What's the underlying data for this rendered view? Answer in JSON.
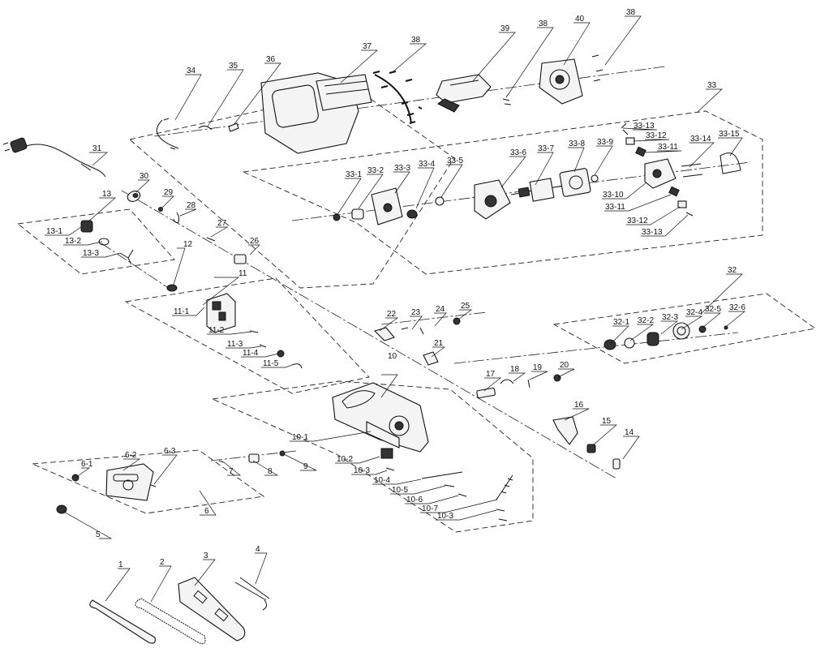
{
  "callouts": {
    "c1": "1",
    "c2": "2",
    "c3": "3",
    "c4": "4",
    "c5": "5",
    "c6": "6",
    "c6_1": "6-1",
    "c6_2": "6-2",
    "c6_3": "6-3",
    "c7": "7",
    "c8": "8",
    "c9": "9",
    "c10": "10",
    "c10_1": "10-1",
    "c10_2": "10-2",
    "c10_3a": "10-3",
    "c10_4": "10-4",
    "c10_5": "10-5",
    "c10_6": "10-6",
    "c10_7": "10-7",
    "c10_3b": "10-3",
    "c11": "11",
    "c11_1": "11-1",
    "c11_2": "11-2",
    "c11_3": "11-3",
    "c11_4": "11-4",
    "c11_5": "11-5",
    "c12": "12",
    "c13": "13",
    "c13_1": "13-1",
    "c13_2": "13-2",
    "c13_3": "13-3",
    "c14": "14",
    "c15": "15",
    "c16": "16",
    "c17": "17",
    "c18": "18",
    "c19": "19",
    "c20": "20",
    "c21": "21",
    "c22": "22",
    "c23": "23",
    "c24": "24",
    "c25": "25",
    "c26": "26",
    "c27": "27",
    "c28": "28",
    "c29": "29",
    "c30": "30",
    "c31": "31",
    "c32": "32",
    "c32_1": "32-1",
    "c32_2": "32-2",
    "c32_3": "32-3",
    "c32_4": "32-4",
    "c32_5": "32-5",
    "c32_6": "32-6",
    "c33": "33",
    "c33_1": "33-1",
    "c33_2": "33-2",
    "c33_3": "33-3",
    "c33_4": "33-4",
    "c33_5": "33-5",
    "c33_6": "33-6",
    "c33_7": "33-7",
    "c33_8": "33-8",
    "c33_9": "33-9",
    "c33_10": "33-10",
    "c33_11a": "33-11",
    "c33_11b": "33-11",
    "c33_12a": "33-12",
    "c33_12b": "33-12",
    "c33_13a": "33-13",
    "c33_13b": "33-13",
    "c33_14": "33-14",
    "c33_15": "33-15",
    "c34": "34",
    "c35": "35",
    "c36": "36",
    "c37": "37",
    "c38a": "38",
    "c38b": "38",
    "c38c": "38",
    "c39": "39",
    "c40": "40"
  }
}
